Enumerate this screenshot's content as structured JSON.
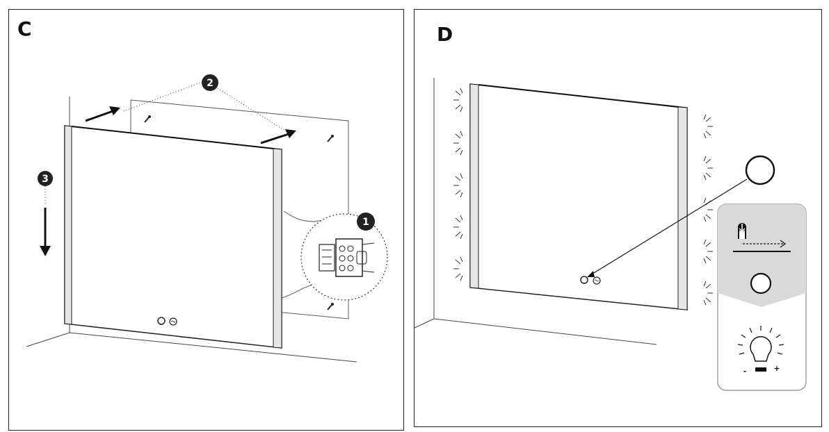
{
  "panels": {
    "c": {
      "letter": "C"
    },
    "d": {
      "letter": "D"
    }
  },
  "steps": {
    "one": "1",
    "two": "2",
    "three": "3"
  },
  "control": {
    "minus": "-",
    "plus": "+"
  },
  "colors": {
    "ink": "#1a1a1a",
    "badge": "#222222",
    "callout_bg": "#d9d9d9",
    "callout_border": "#888888"
  }
}
